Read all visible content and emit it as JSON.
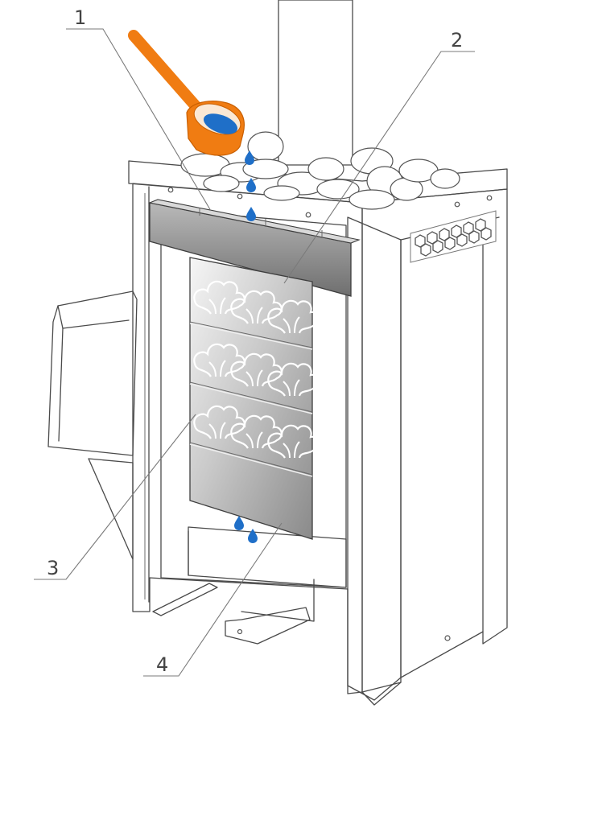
{
  "diagram": {
    "callouts": [
      {
        "id": "1",
        "label": "1"
      },
      {
        "id": "2",
        "label": "2"
      },
      {
        "id": "3",
        "label": "3"
      },
      {
        "id": "4",
        "label": "4"
      }
    ],
    "colors": {
      "ladle": "#f07c12",
      "ladle_dark": "#c95f00",
      "water": "#1f6fc8",
      "panel_light": "#e8e8e8",
      "panel_dark": "#8e8e8e",
      "outline": "#4a4a4a"
    },
    "icons": [
      "ladle-icon",
      "water-drop-icon",
      "steam-cloud-icon",
      "grille-icon"
    ]
  }
}
